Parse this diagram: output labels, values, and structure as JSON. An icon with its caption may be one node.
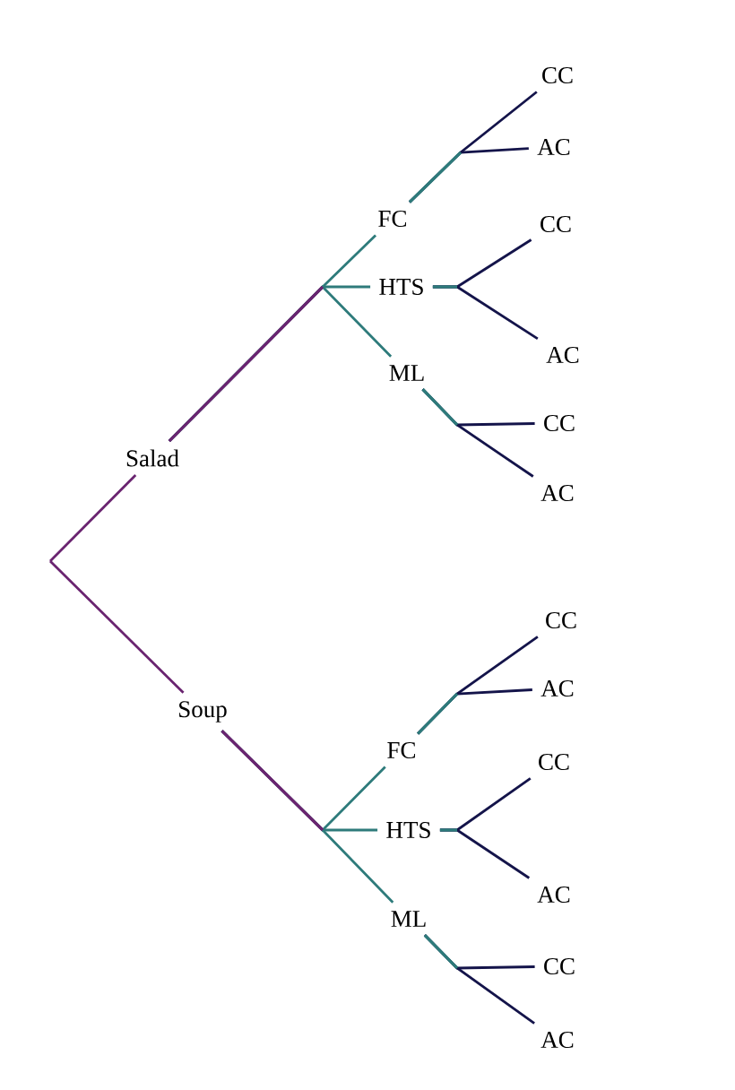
{
  "diagram": {
    "nodes": [
      {
        "text": [
          "Salad"
        ]
      },
      {
        "text": [
          "FC"
        ]
      },
      {
        "text": [
          "CC"
        ]
      },
      {
        "text": [
          "AC"
        ]
      },
      {
        "text": [
          "HTS"
        ]
      },
      {
        "text": [
          "CC"
        ]
      },
      {
        "text": [
          "AC"
        ]
      },
      {
        "text": [
          "ML"
        ]
      },
      {
        "text": [
          "CC"
        ]
      },
      {
        "text": [
          "AC"
        ]
      },
      {
        "text": [
          "Soup"
        ]
      },
      {
        "text": [
          "FC"
        ]
      },
      {
        "text": [
          "CC"
        ]
      },
      {
        "text": [
          "AC"
        ]
      },
      {
        "text": [
          "HTS"
        ]
      },
      {
        "text": [
          "CC"
        ]
      },
      {
        "text": [
          "AC"
        ]
      },
      {
        "text": [
          "ML"
        ]
      },
      {
        "text": [
          "CC"
        ]
      },
      {
        "text": [
          "AC"
        ]
      }
    ],
    "edges": [
      {
        "from": null,
        "to": 0,
        "arrow": "none",
        "color": "#6a2470"
      },
      {
        "from": null,
        "to": 10,
        "arrow": "none",
        "color": "#6a2470"
      },
      {
        "from": 0,
        "to": 1,
        "arrow": "none",
        "color": "#2e7b7b"
      },
      {
        "from": 0,
        "to": 4,
        "arrow": "none",
        "color": "#2e7b7b"
      },
      {
        "from": 0,
        "to": 7,
        "arrow": "none",
        "color": "#2e7b7b"
      },
      {
        "from": 1,
        "to": 2,
        "arrow": "none"
      },
      {
        "from": 1,
        "to": 3,
        "arrow": "none"
      },
      {
        "from": 4,
        "to": 5,
        "arrow": "none"
      },
      {
        "from": 4,
        "to": 6,
        "arrow": "none"
      },
      {
        "from": 7,
        "to": 8,
        "arrow": "none"
      },
      {
        "from": 7,
        "to": 9,
        "arrow": "none"
      },
      {
        "from": 10,
        "to": 11,
        "arrow": "none",
        "color": "#2e7b7b"
      },
      {
        "from": 10,
        "to": 14,
        "arrow": "none",
        "color": "#2e7b7b"
      },
      {
        "from": 10,
        "to": 17,
        "arrow": "none",
        "color": "#2e7b7b"
      },
      {
        "from": 11,
        "to": 12,
        "arrow": "none"
      },
      {
        "from": 11,
        "to": 13,
        "arrow": "none"
      },
      {
        "from": 14,
        "to": 15,
        "arrow": "none"
      },
      {
        "from": 14,
        "to": 16,
        "arrow": "none"
      },
      {
        "from": 17,
        "to": 18,
        "arrow": "none"
      },
      {
        "from": 17,
        "to": 19,
        "arrow": "none"
      }
    ]
  }
}
